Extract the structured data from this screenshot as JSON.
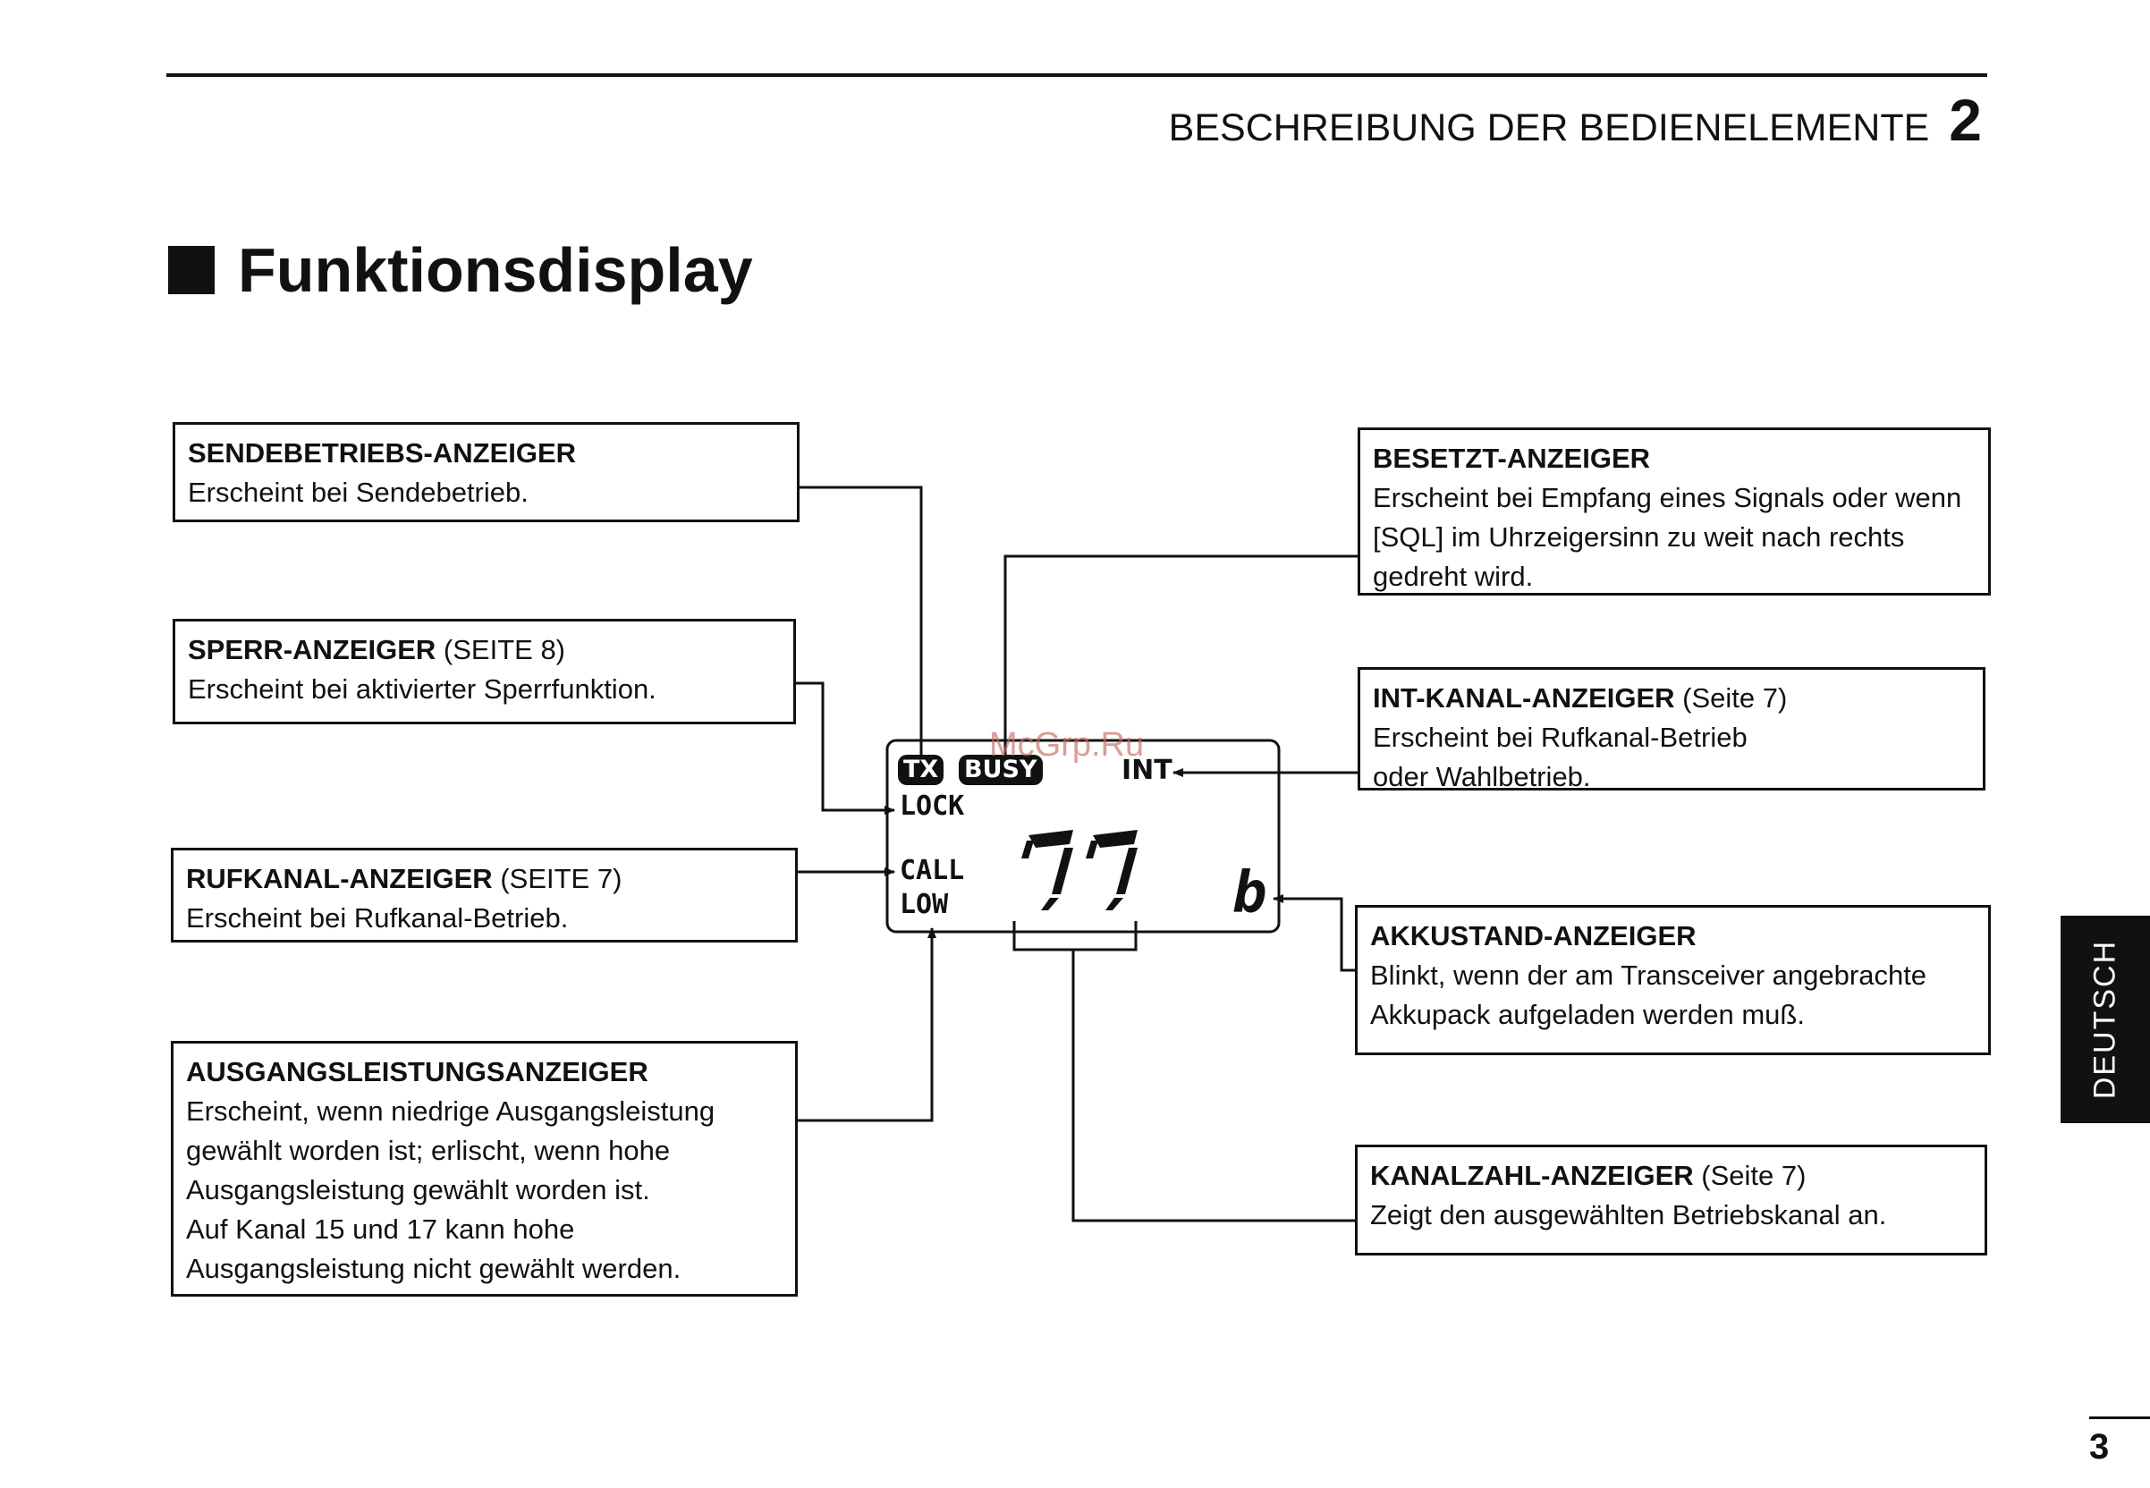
{
  "header": {
    "title": "BESCHREIBUNG DER BEDIENELEMENTE",
    "chapter": "2"
  },
  "section": {
    "title": "Funktionsdisplay"
  },
  "boxes": {
    "sendebetrieb": {
      "title": "SENDEBETRIEBS-ANZEIGER",
      "lines": [
        "Erscheint bei Sendebetrieb."
      ]
    },
    "sperr": {
      "title": "SPERR-ANZEIGER",
      "ref": " (SEITE 8)",
      "lines": [
        "Erscheint bei aktivierter Sperrfunktion."
      ]
    },
    "rufkanal": {
      "title": "RUFKANAL-ANZEIGER",
      "ref": " (SEITE 7)",
      "lines": [
        "Erscheint bei Rufkanal-Betrieb."
      ]
    },
    "ausgang": {
      "title": "AUSGANGSLEISTUNGSANZEIGER",
      "lines": [
        "Erscheint, wenn niedrige Ausgangsleistung",
        "gewählt worden  ist; erlischt, wenn hohe",
        "Ausgangsleistung gewählt worden ist.",
        "Auf Kanal 15 und 17 kann hohe",
        "Ausgangsleistung nicht  gewählt werden."
      ]
    },
    "besetzt": {
      "title": "BESETZT-ANZEIGER",
      "lines": [
        "Erscheint bei Empfang eines Signals oder wenn",
        "[SQL] im  Uhrzeigersinn zu weit nach rechts",
        "gedreht wird."
      ]
    },
    "intkanal": {
      "title": "INT-KANAL-ANZEIGER",
      "ref": " (Seite 7)",
      "lines": [
        "Erscheint bei Rufkanal-Betrieb",
        "oder Wahlbetrieb."
      ]
    },
    "akku": {
      "title": "AKKUSTAND-ANZEIGER",
      "lines": [
        "Blinkt, wenn der am Transceiver angebrachte",
        "Akkupack  aufgeladen werden muß."
      ]
    },
    "kanalzahl": {
      "title": "KANALZAHL-ANZEIGER",
      "ref": " (Seite 7)",
      "lines": [
        "Zeigt den ausgewählten Betriebskanal an."
      ]
    }
  },
  "lcd": {
    "tx": "TX",
    "busy": "BUSY",
    "int": "INT",
    "lock": "LOCK",
    "call": "CALL",
    "low": "LOW",
    "digits": "77",
    "battery": "b"
  },
  "side_tab": "DEUTSCH",
  "page_number": "3",
  "watermark": "McGrp.Ru"
}
